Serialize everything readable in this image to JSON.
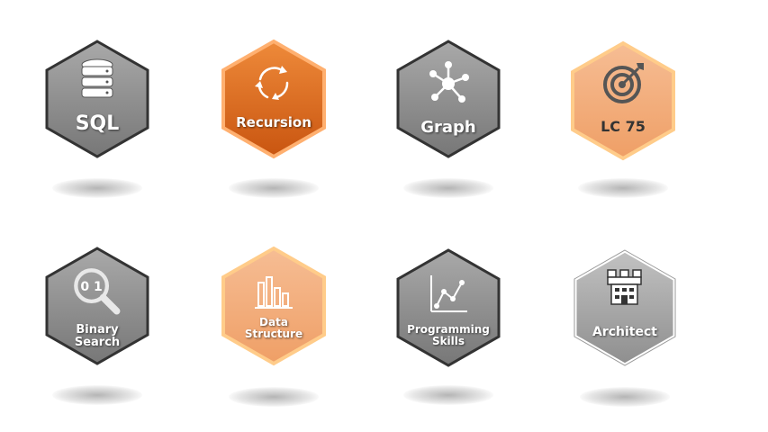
{
  "badges": [
    {
      "label": "SQL",
      "theme": "gray",
      "icon": "database-icon"
    },
    {
      "label": "Recursion",
      "theme": "orange",
      "icon": "cycle-arrows-icon"
    },
    {
      "label": "Graph",
      "theme": "gray",
      "icon": "graph-nodes-icon"
    },
    {
      "label": "LC 75",
      "theme": "peach",
      "icon": "target-icon"
    },
    {
      "label": "Binary Search",
      "theme": "gray",
      "icon": "magnifier-binary-icon",
      "icon_text": "0 1"
    },
    {
      "label": "Data\nStructure",
      "theme": "peach",
      "icon": "bar-chart-icon"
    },
    {
      "label": "Programming\nSkills",
      "theme": "gray",
      "icon": "line-chart-icon"
    },
    {
      "label": "Architect",
      "theme": "silver",
      "icon": "tower-icon"
    }
  ],
  "colors": {
    "gray_fill": "#8c8c8c",
    "gray_border": "#3a3a3a",
    "orange_fill": "#e06a1e",
    "orange_border": "#ffb070",
    "peach_fill": "#f2ad7c",
    "peach_border": "#ffcf9a",
    "silver_fill": "#a6a6a6",
    "silver_border": "#e8e8e8"
  }
}
